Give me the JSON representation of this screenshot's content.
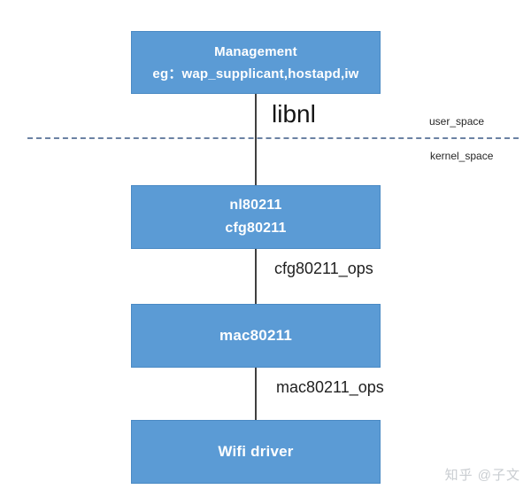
{
  "diagram": {
    "boxes": [
      {
        "id": "management",
        "lines": [
          "Management",
          "eg：wap_supplicant,hostapd,iw"
        ]
      },
      {
        "id": "nl80211-cfg80211",
        "lines": [
          "nl80211",
          "cfg80211"
        ]
      },
      {
        "id": "mac80211",
        "lines": [
          "mac80211"
        ]
      },
      {
        "id": "wifi-driver",
        "lines": [
          "Wifi driver"
        ]
      }
    ],
    "labels": {
      "libnl": "libnl",
      "user_space": "user_space",
      "kernel_space": "kernel_space",
      "cfg80211_ops": "cfg80211_ops",
      "mac80211_ops": "mac80211_ops"
    },
    "colors": {
      "box_fill": "#5b9bd5",
      "box_border": "#4a8ac4",
      "box_text": "#ffffff",
      "connector_line": "#3f3f3f",
      "divider_dashed": "#6b82a3",
      "label_text": "#1f1f1f",
      "watermark_text": "#c9cdd1"
    }
  },
  "watermark": {
    "text": "知乎 @子文"
  }
}
